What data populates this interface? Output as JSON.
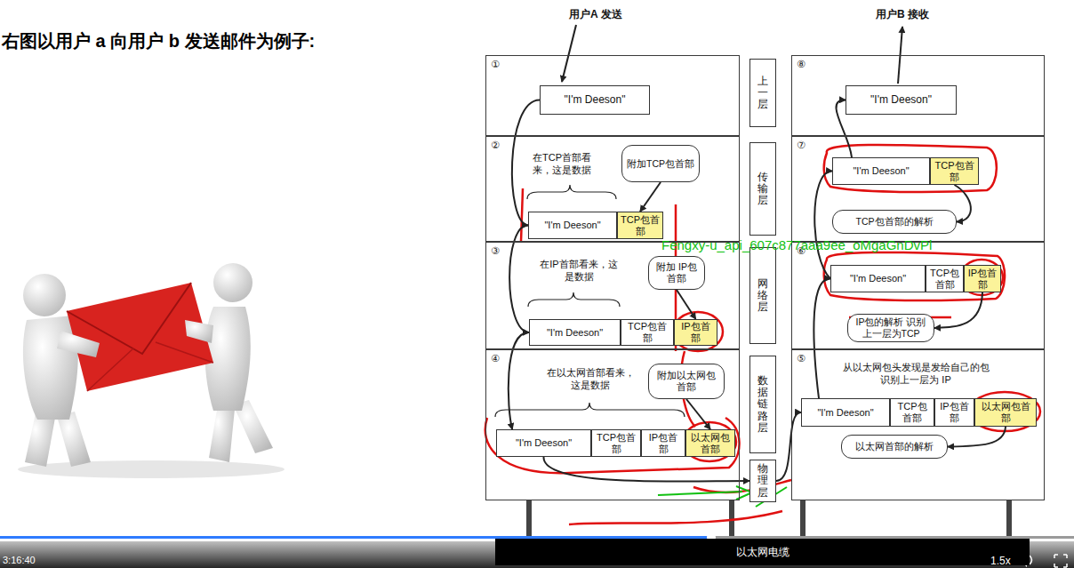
{
  "diagram": {
    "title": "右图以用户 a 向用户 b 发送邮件为例子:",
    "nodes": [
      {
        "text": [
          "①"
        ]
      },
      {
        "text": [
          "\"I'm Deeson\""
        ],
        "in": 0
      },
      {
        "text": [
          "②",
          "在TCP首部看来，这是数据"
        ]
      },
      {
        "text": [
          "附加TCP包首部"
        ],
        "in": 2
      },
      {
        "text": [
          "\"I'm Deeson\""
        ],
        "in": 2
      },
      {
        "text": [
          "TCP包首部"
        ],
        "in": 2
      },
      {
        "text": [
          "③",
          "在IP首部看来，这是数据"
        ]
      },
      {
        "text": [
          "附加 IP包首部"
        ],
        "in": 6
      },
      {
        "text": [
          "\"I'm Deeson\""
        ],
        "in": 6
      },
      {
        "text": [
          "TCP包首部"
        ],
        "in": 6
      },
      {
        "text": [
          "IP包首部"
        ],
        "in": 6
      },
      {
        "text": [
          "④",
          "在以太网首部看来，这是数据"
        ]
      },
      {
        "text": [
          "附加以太网包首部"
        ],
        "in": 11
      },
      {
        "text": [
          "\"I'm Deeson\""
        ],
        "in": 11
      },
      {
        "text": [
          "TCP包首部"
        ],
        "in": 11
      },
      {
        "text": [
          "IP包首部"
        ],
        "in": 11
      },
      {
        "text": [
          "以太网包首部"
        ],
        "in": 11
      },
      {
        "text": [
          "上一层"
        ]
      },
      {
        "text": [
          "传输层"
        ]
      },
      {
        "text": [
          "网络层"
        ]
      },
      {
        "text": [
          "数据链路层"
        ]
      },
      {
        "text": [
          "物理层"
        ]
      },
      {
        "text": [
          "⑧"
        ]
      },
      {
        "text": [
          "\"I'm Deeson\""
        ],
        "in": 22
      },
      {
        "text": [
          "⑦"
        ]
      },
      {
        "text": [
          "\"I'm Deeson\""
        ],
        "in": 24
      },
      {
        "text": [
          "TCP包首部"
        ],
        "in": 24
      },
      {
        "text": [
          "TCP包首部的解析"
        ],
        "in": 24
      },
      {
        "text": [
          "⑥"
        ]
      },
      {
        "text": [
          "\"I'm Deeson\""
        ],
        "in": 28
      },
      {
        "text": [
          "TCP包首部"
        ],
        "in": 28
      },
      {
        "text": [
          "IP包首部"
        ],
        "in": 28
      },
      {
        "text": [
          "IP包的解析 识别上一层为TCP"
        ],
        "in": 28
      },
      {
        "text": [
          "⑤",
          "从以太网包头发现是发给自己的包 识别上一层为 IP"
        ]
      },
      {
        "text": [
          "\"I'm Deeson\""
        ],
        "in": 33
      },
      {
        "text": [
          "TCP包首部"
        ],
        "in": 33
      },
      {
        "text": [
          "IP包首部"
        ],
        "in": 33
      },
      {
        "text": [
          "以太网包首部"
        ],
        "in": 33
      },
      {
        "text": [
          "以太网首部的解析"
        ],
        "in": 33
      },
      {
        "text": [
          "以太网电缆"
        ]
      }
    ],
    "edges": [
      {
        "from": 1,
        "to": 4,
        "arrow": "to"
      },
      {
        "from": 3,
        "to": 5,
        "arrow": "to"
      },
      {
        "from": 4,
        "to": 8,
        "arrow": "to"
      },
      {
        "from": 7,
        "to": 10,
        "arrow": "to"
      },
      {
        "from": 8,
        "to": 13,
        "arrow": "to"
      },
      {
        "from": 12,
        "to": 16,
        "arrow": "to"
      },
      {
        "from": 13,
        "to": 21,
        "arrow": "to"
      },
      {
        "from": 21,
        "to": 34,
        "arrow": "to"
      },
      {
        "from": 37,
        "to": 38,
        "arrow": "to"
      },
      {
        "from": 34,
        "to": 29,
        "arrow": "to"
      },
      {
        "from": 31,
        "to": 32,
        "arrow": "to"
      },
      {
        "from": 29,
        "to": 25,
        "arrow": "to"
      },
      {
        "from": 26,
        "to": 27,
        "arrow": "to"
      },
      {
        "from": 25,
        "to": 23,
        "arrow": "to"
      }
    ],
    "labels": [
      "用户A 发送",
      "用户B 接收",
      "Fengxy-u_api_607c877aaa9ee_oMgaGnDvPl",
      "3:16:40",
      "1.5x"
    ]
  }
}
